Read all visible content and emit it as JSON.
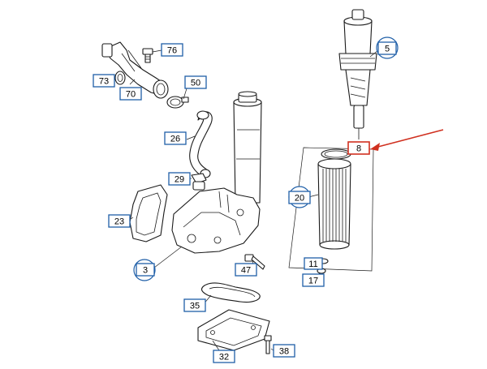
{
  "callouts": [
    {
      "id": "76",
      "label": "76"
    },
    {
      "id": "73",
      "label": "73"
    },
    {
      "id": "70",
      "label": "70"
    },
    {
      "id": "50",
      "label": "50"
    },
    {
      "id": "26",
      "label": "26"
    },
    {
      "id": "29",
      "label": "29"
    },
    {
      "id": "23",
      "label": "23"
    },
    {
      "id": "3",
      "label": "3"
    },
    {
      "id": "47",
      "label": "47"
    },
    {
      "id": "35",
      "label": "35"
    },
    {
      "id": "32",
      "label": "32"
    },
    {
      "id": "38",
      "label": "38"
    },
    {
      "id": "5",
      "label": "5"
    },
    {
      "id": "8",
      "label": "8"
    },
    {
      "id": "20",
      "label": "20"
    },
    {
      "id": "11",
      "label": "11"
    },
    {
      "id": "17",
      "label": "17"
    }
  ],
  "colors": {
    "callout_border": "#1f5fa8",
    "highlight_arrow": "#d0301f",
    "line": "#1a1a1a"
  }
}
